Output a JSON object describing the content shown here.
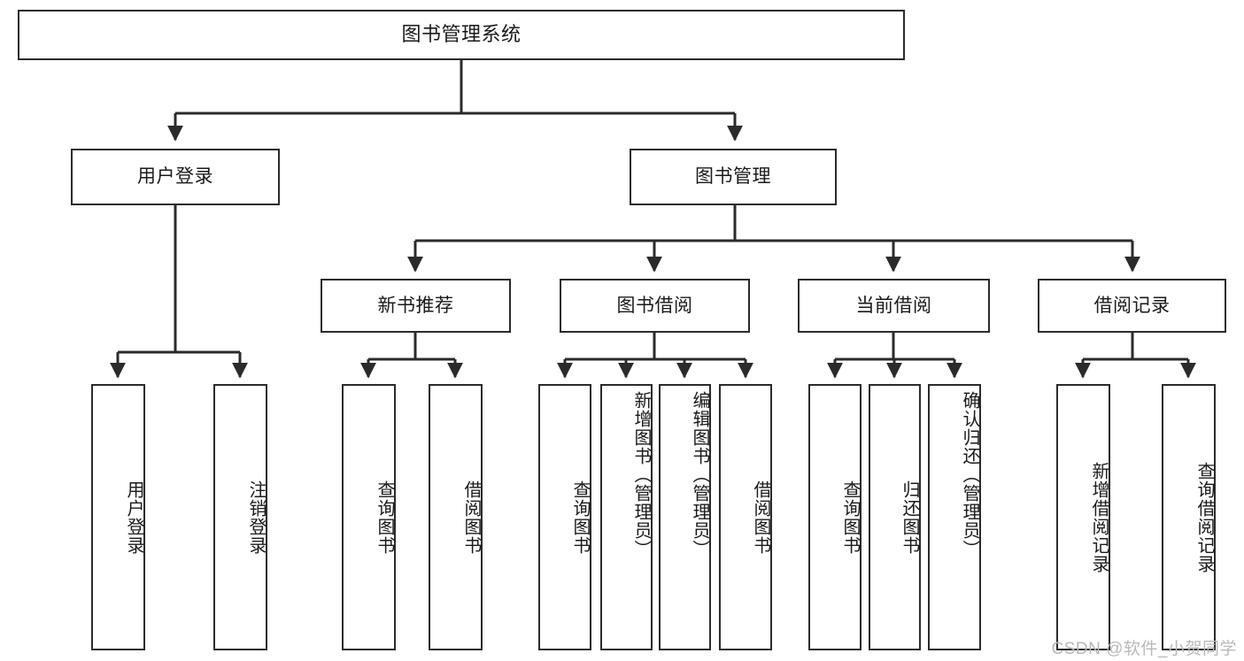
{
  "diagram": {
    "type": "tree-hierarchy",
    "title": "图书管理系统",
    "watermark": "CSDN @软件_小贺同学",
    "colors": {
      "stroke": "#2b2b2b",
      "fill": "#ffffff",
      "text": "#1a1a1a",
      "watermark": "#b9b9b9"
    },
    "levels": {
      "root": {
        "label": "图书管理系统"
      },
      "level2": [
        {
          "label": "用户登录"
        },
        {
          "label": "图书管理"
        }
      ],
      "level3": [
        {
          "label": "新书推荐"
        },
        {
          "label": "图书借阅"
        },
        {
          "label": "当前借阅"
        },
        {
          "label": "借阅记录"
        }
      ],
      "leaves": {
        "user_login": [
          {
            "label": "用户登录"
          },
          {
            "label": "注销登录"
          }
        ],
        "new_book_recommend": [
          {
            "label": "查询图书"
          },
          {
            "label": "借阅图书"
          }
        ],
        "book_borrow": [
          {
            "label": "查询图书"
          },
          {
            "label": "新增图书（管理员）"
          },
          {
            "label": "编辑图书（管理员）"
          },
          {
            "label": "借阅图书"
          }
        ],
        "current_borrow": [
          {
            "label": "查询图书"
          },
          {
            "label": "归还图书"
          },
          {
            "label": "确认归还（管理员）"
          }
        ],
        "borrow_record": [
          {
            "label": "新增借阅记录"
          },
          {
            "label": "查询借阅记录"
          }
        ]
      }
    }
  }
}
